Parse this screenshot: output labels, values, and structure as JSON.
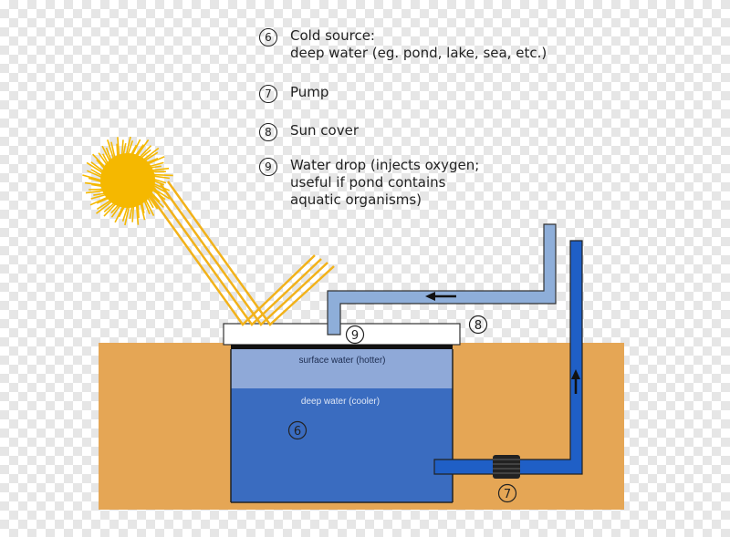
{
  "legend": [
    {
      "num": "6",
      "lines": [
        "Cold source:",
        "deep water (eg. pond, lake, sea, etc.)"
      ]
    },
    {
      "num": "7",
      "lines": [
        "Pump"
      ]
    },
    {
      "num": "8",
      "lines": [
        "Sun cover"
      ]
    },
    {
      "num": "9",
      "lines": [
        "Water drop (injects oxygen;",
        "useful if pond contains",
        "aquatic organisms)"
      ]
    }
  ],
  "labels": {
    "surface_water": "surface water (hotter)",
    "deep_water": "deep water (cooler)",
    "marker_6": "6",
    "marker_7": "7",
    "marker_8": "8",
    "marker_9": "9"
  },
  "colors": {
    "ground": "#e5a655",
    "surface_water": "#8fa9d8",
    "deep_water": "#3a6cc0",
    "pipe_light": "#8eaed9",
    "pipe_dark": "#1f5fc6",
    "sun": "#f5b800",
    "rays": "#f2b21a"
  }
}
